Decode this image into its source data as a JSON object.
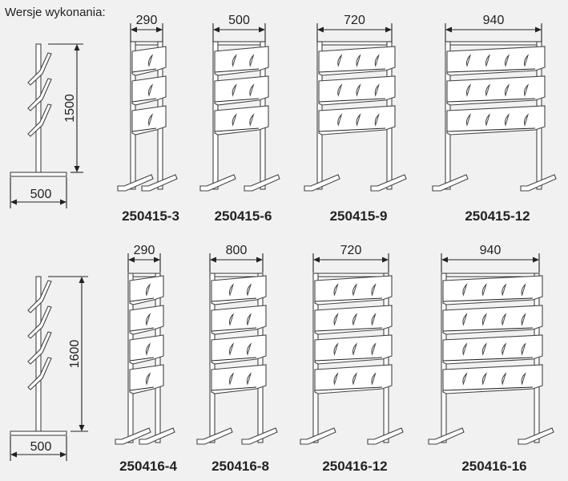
{
  "heading": "Wersje wykonania:",
  "rows": [
    {
      "side_height": "1500",
      "side_depth": "500",
      "variants": [
        {
          "width": "290",
          "code": "250415-3",
          "shelves": 3,
          "slots": 1
        },
        {
          "width": "500",
          "code": "250415-6",
          "shelves": 3,
          "slots": 2
        },
        {
          "width": "720",
          "code": "250415-9",
          "shelves": 3,
          "slots": 3
        },
        {
          "width": "940",
          "code": "250415-12",
          "shelves": 3,
          "slots": 4
        }
      ]
    },
    {
      "side_height": "1600",
      "side_depth": "500",
      "variants": [
        {
          "width": "290",
          "code": "250416-4",
          "shelves": 4,
          "slots": 1
        },
        {
          "width": "800",
          "code": "250416-8",
          "shelves": 4,
          "slots": 2
        },
        {
          "width": "720",
          "code": "250416-12",
          "shelves": 4,
          "slots": 3
        },
        {
          "width": "940",
          "code": "250416-16",
          "shelves": 4,
          "slots": 4
        }
      ]
    }
  ]
}
